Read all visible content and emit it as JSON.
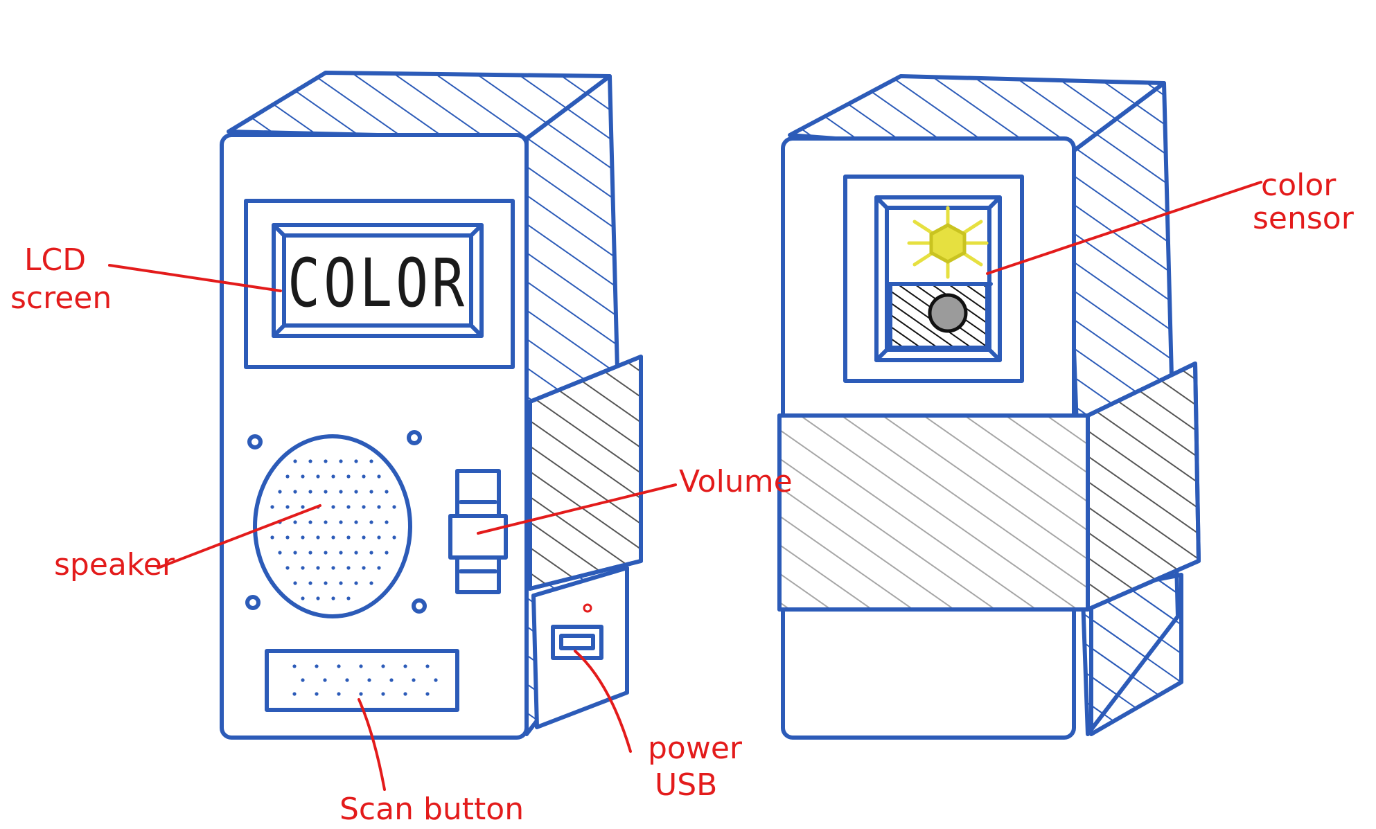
{
  "display_text": "COLOR",
  "colors": {
    "outline": "#2c5bb8",
    "annotation": "#e31b1b",
    "band_dark": "#555555",
    "band_light": "#9a9a9a",
    "light_glow": "#e6e040",
    "sensor_fill": "#111111",
    "lens_fill": "#9b9b9b"
  },
  "icons": [
    "speaker-grille",
    "volume-slider",
    "scan-button",
    "usb-port",
    "led-light",
    "sensor-lens"
  ],
  "labels": {
    "lcd": [
      "LCD",
      "screen"
    ],
    "speaker": "speaker",
    "volume": "Volume",
    "scan_button": "Scan button",
    "power": [
      "power",
      "USB"
    ],
    "color_sensor": [
      "color",
      "sensor"
    ]
  }
}
